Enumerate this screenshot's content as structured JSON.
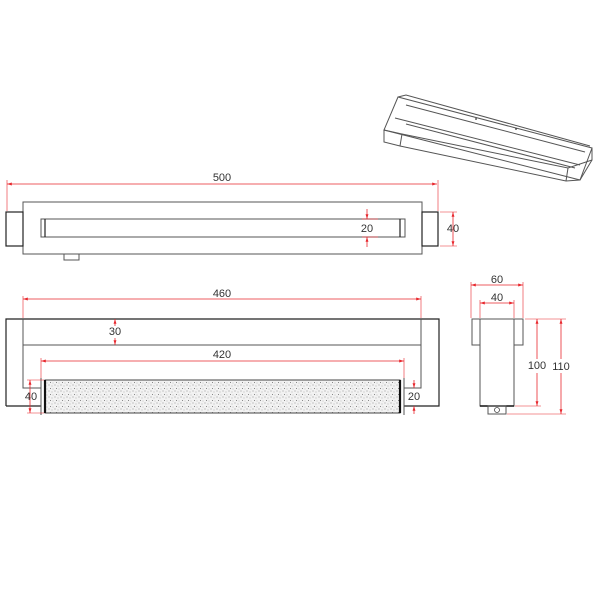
{
  "top_view": {
    "overall_length": "500",
    "slot_height": "20",
    "end_height": "40"
  },
  "front_view": {
    "outer_length": "460",
    "bar_height": "30",
    "panel_length": "420",
    "left_height": "40",
    "right_height": "20"
  },
  "side_view": {
    "outer_width": "60",
    "inner_width": "40",
    "body_height": "100",
    "total_height": "110"
  },
  "colors": {
    "dimension": "#e8282e",
    "outline": "#555555"
  }
}
